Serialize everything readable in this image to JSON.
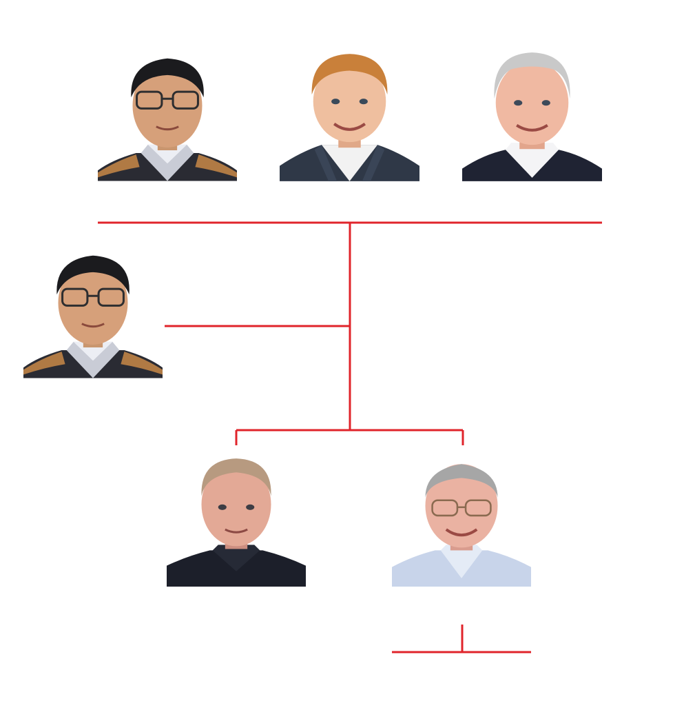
{
  "colors": {
    "connector": "#e0242b",
    "background": "#ffffff"
  },
  "nodes": [
    {
      "id": "top-left",
      "level": "top",
      "appearance": "dark-hair-glasses-sweater"
    },
    {
      "id": "top-center",
      "level": "top",
      "appearance": "ginger-hair-suit"
    },
    {
      "id": "top-right",
      "level": "top",
      "appearance": "white-hair-sweater"
    },
    {
      "id": "mid-left",
      "level": "middle",
      "appearance": "dark-hair-glasses-sweater"
    },
    {
      "id": "bot-left",
      "level": "bottom",
      "appearance": "short-hair-dark-shirt"
    },
    {
      "id": "bot-right",
      "level": "bottom",
      "appearance": "bald-glasses-light-shirt"
    }
  ],
  "connections": [
    {
      "from": "top-row",
      "to": "trunk"
    },
    {
      "from": "trunk",
      "to": "mid-left"
    },
    {
      "from": "trunk",
      "to": "bot-left"
    },
    {
      "from": "trunk",
      "to": "bot-right"
    },
    {
      "from": "bot-right",
      "to": "sub-branch"
    }
  ]
}
